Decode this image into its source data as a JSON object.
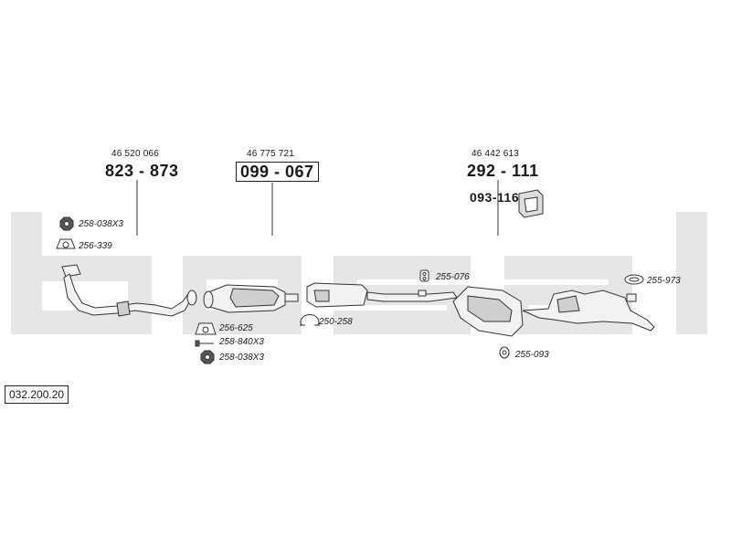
{
  "parts": {
    "pipe_oem": "46 520 066",
    "pipe_no": "823 - 873",
    "cat_oem": "46 775 721",
    "cat_no": "099 - 067",
    "silencer_oem": "46 442 613",
    "silencer_no": "292 - 111",
    "clamp_no": "093-116"
  },
  "labels": {
    "l1": "258-038X3",
    "l2": "256-339",
    "l3": "256-625",
    "l4": "258-840X3",
    "l5": "258-038X3",
    "l6": "250-258",
    "l7": "255-076",
    "l8": "255-093",
    "l9": "255-973"
  },
  "reference": "032.200.20",
  "colors": {
    "watermark": "#e6e6e6",
    "line": "#333333",
    "part_fill": "#f2f2f2",
    "part_shade": "#cfcfcf"
  },
  "watermark_text": "bosal"
}
